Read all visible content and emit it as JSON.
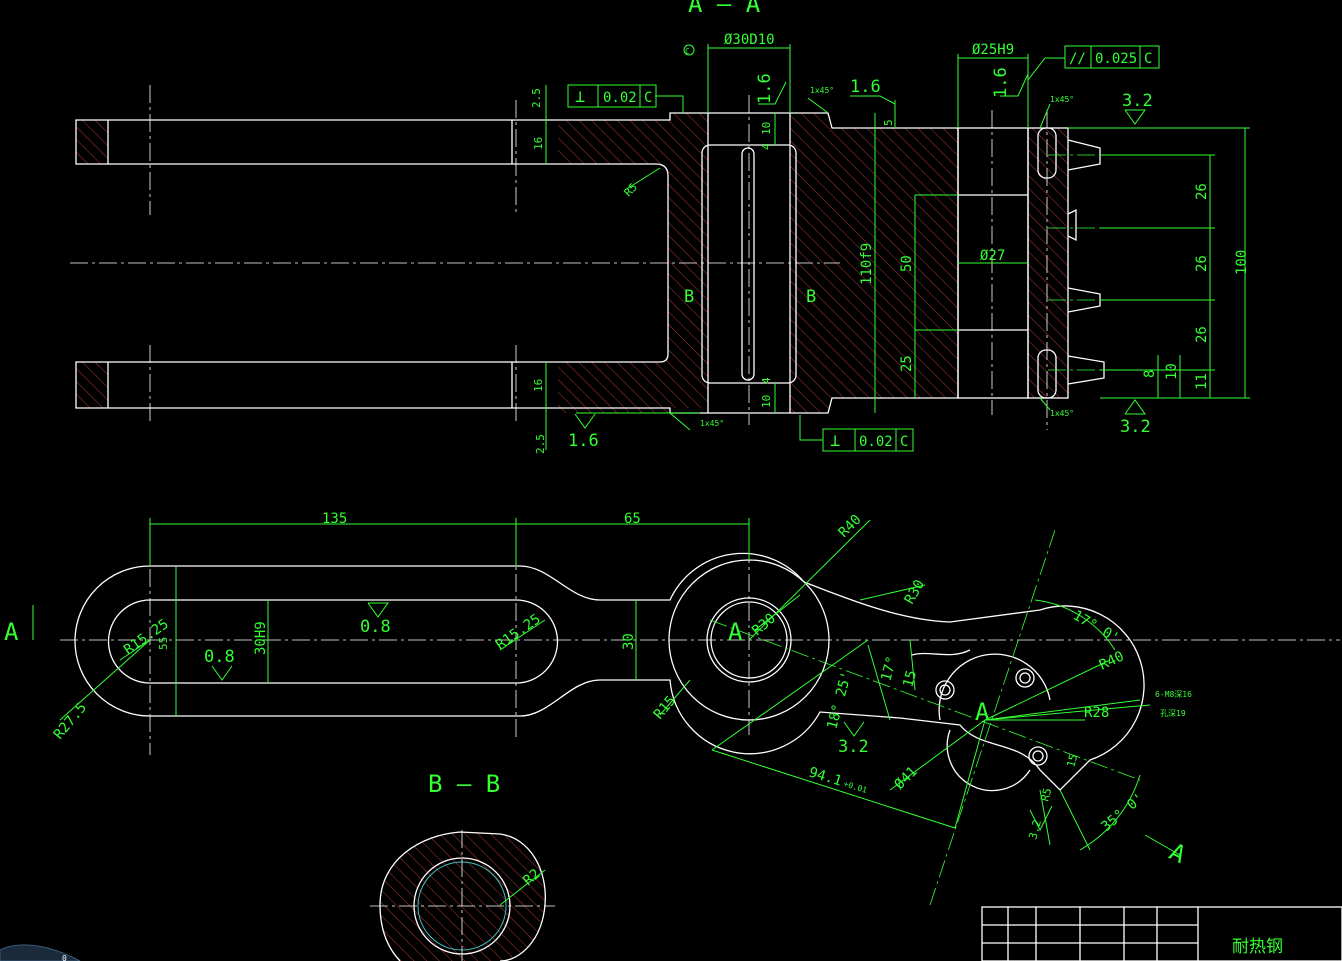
{
  "colors": {
    "background": "#000000",
    "outline": "#ffffff",
    "dimension": "#33ff33",
    "hatch": "#ff5050"
  },
  "sections": {
    "aa": "A — A",
    "bb": "B — B",
    "cut_letter": "A",
    "b_marker": "B"
  },
  "dims": {
    "d30": "Ø30D10",
    "d25": "Ø25H9",
    "d27": "Ø27",
    "h110": "110f9",
    "h100": "100",
    "d50": "50",
    "d25b": "25",
    "d26a": "26",
    "d26b": "26",
    "d26c": "26",
    "d8": "8",
    "d10": "10",
    "d11": "11",
    "d5": "5",
    "d4a": "4",
    "d10a": "10",
    "d4b": "4",
    "d10b": "10",
    "d16a": "16",
    "d16b": "16",
    "d25t": "2.5",
    "d25bt": "2.5",
    "l135": "135",
    "l65": "65",
    "r15_25a": "R15.25",
    "r15_25b": "R15.25",
    "h55": "55",
    "h30h9": "30H9",
    "h30": "30",
    "r27_5": "R27.5",
    "r5": "R5",
    "r40a": "R40",
    "r30a": "R30",
    "r30b": "R30",
    "r15": "R15",
    "r40b": "R40",
    "r28": "R28",
    "r5b": "R5",
    "d41": "Ø41",
    "a17a": "17° 0'",
    "a17b": "17°",
    "a18": "18° 25'",
    "a35": "35° 0'",
    "l94": "94.1",
    "l94tol": "+0.01",
    "d15": "15",
    "d15b": "15",
    "r2": "R2"
  },
  "chamfers": {
    "c1": "1x45°",
    "c2": "1x45°",
    "c3": "1x45°",
    "c4": "1x45°"
  },
  "roughness": {
    "r16a": "1.6",
    "r16b": "1.6",
    "r16c": "1.6",
    "r16d": "1.6",
    "r32a": "3.2",
    "r32b": "3.2",
    "r32c": "3.2",
    "r32d": "3.2",
    "r08a": "0.8",
    "r08b": "0.8"
  },
  "tolerance_frames": {
    "perp_top": {
      "symbol": "⊥",
      "value": "0.02",
      "datum": "C"
    },
    "perp_bottom": {
      "symbol": "⊥",
      "value": "0.02",
      "datum": "C"
    },
    "parallel": {
      "symbol": "//",
      "value": "0.025",
      "datum": "C"
    },
    "datum_c": "C"
  },
  "notes": {
    "holes": "6-M8深16",
    "holes2": "孔深19"
  },
  "title_block": {
    "material": "耐热钢"
  },
  "corner_text": "0"
}
